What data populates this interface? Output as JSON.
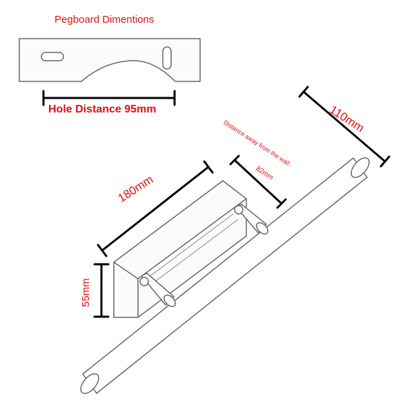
{
  "labels": {
    "title": "Pegboard Dimentions",
    "hole_distance": "Hole Distance 95mm",
    "length": "180mm",
    "height": "55mm",
    "width": "110mm",
    "wall_distance_text": "Distance away from the wall:",
    "wall_distance_value": "82mm"
  },
  "colors": {
    "annotation": "#e01010",
    "dimension_line": "#000000",
    "outline": "#666666",
    "fill": "#fafafa"
  }
}
